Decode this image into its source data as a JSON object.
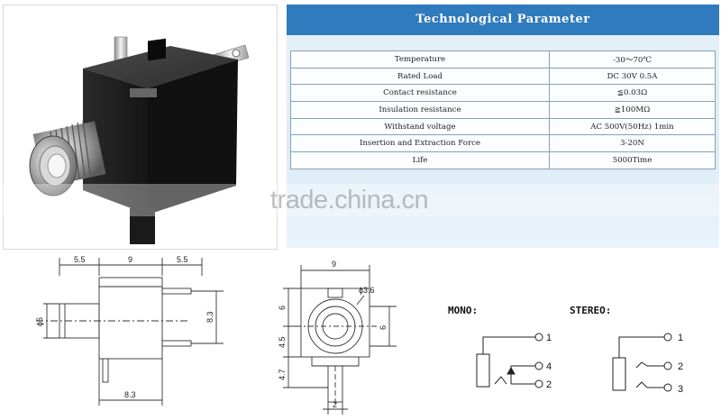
{
  "table": {
    "title": "Technological Parameter",
    "rows": [
      {
        "param": "Temperature",
        "value": "-30〜70℃"
      },
      {
        "param": "Rated Load",
        "value": "DC 30V 0.5A"
      },
      {
        "param": "Contact resistance",
        "value": "≦0.03Ω"
      },
      {
        "param": "Insulation resistance",
        "value": "≧100MΩ"
      },
      {
        "param": "Withstand voltage",
        "value": "AC 500V(50Hz) 1min"
      },
      {
        "param": "Insertion and Extraction Force",
        "value": "3-20N"
      },
      {
        "param": "Life",
        "value": "5000Time"
      }
    ]
  },
  "watermark": "trade.china.cn",
  "side_view": {
    "dim_top_left": "5.5",
    "dim_top_mid": "9",
    "dim_top_right": "5.5",
    "dim_diameter": "ϕ6",
    "dim_height": "8.3",
    "dim_bottom": "8.3"
  },
  "front_view": {
    "dim_top": "9",
    "dim_hole": "ϕ3.6",
    "dim_left_top": "6",
    "dim_right": "6",
    "dim_left_mid": "4.5",
    "dim_left_bottom": "4.7",
    "dim_bottom": "2"
  },
  "mono": {
    "label": "MONO:",
    "pin1": "1",
    "pin4": "4",
    "pin2": "2"
  },
  "stereo": {
    "label": "STEREO:",
    "pin1": "1",
    "pin2": "2",
    "pin3": "3"
  }
}
